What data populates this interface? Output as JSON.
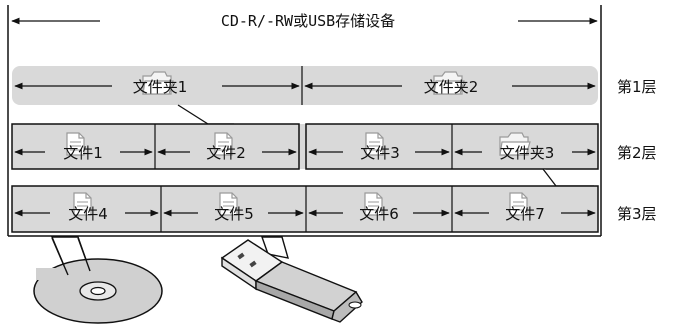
{
  "header": {
    "title": "CD-R/-RW或USB存储设备"
  },
  "layers": [
    {
      "label": "第1层",
      "items": [
        "文件夹1",
        "文件夹2"
      ]
    },
    {
      "label": "第2层",
      "items": [
        "文件1",
        "文件2",
        "文件3",
        "文件夹3"
      ]
    },
    {
      "label": "第3层",
      "items": [
        "文件4",
        "文件5",
        "文件6",
        "文件7"
      ]
    }
  ],
  "icons": {
    "folder": "folder-icon",
    "file": "file-icon",
    "cd": "cd-disc-icon",
    "usb": "usb-drive-icon"
  },
  "colors": {
    "band": "#d9d9d9",
    "stroke": "#111111",
    "icon_stroke": "#9a9a9a"
  }
}
